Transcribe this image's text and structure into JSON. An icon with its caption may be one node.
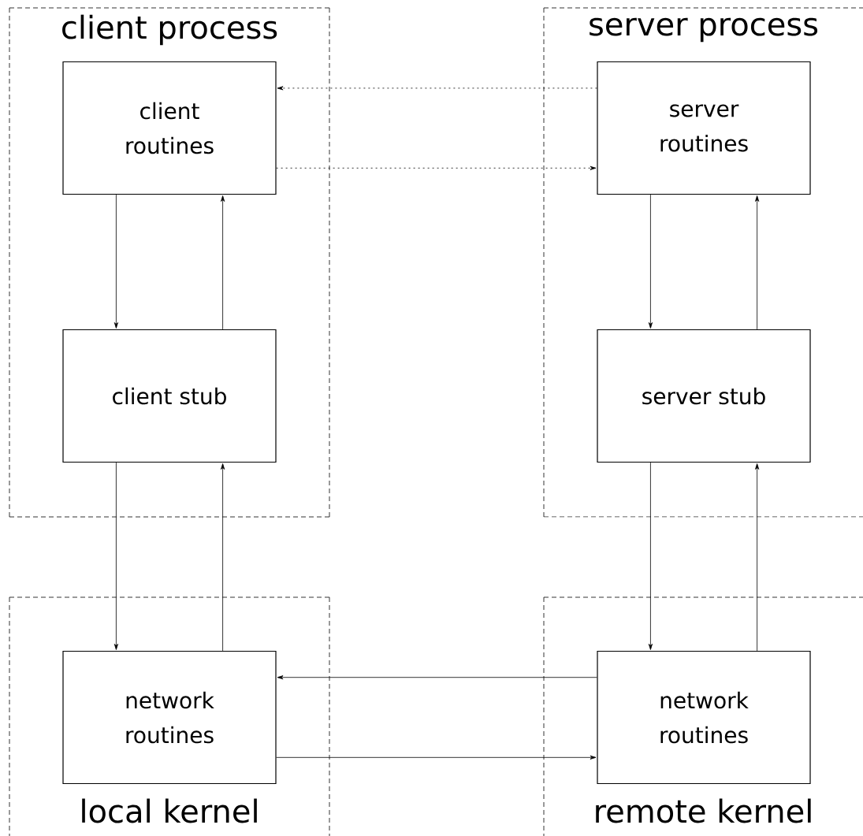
{
  "diagram": {
    "nodes": [
      {
        "text": [
          "client process"
        ]
      },
      {
        "text": [
          "client routines"
        ],
        "in": 0
      },
      {
        "text": [
          "client stub"
        ],
        "in": 0
      },
      {
        "text": [
          "server process"
        ]
      },
      {
        "text": [
          "server routines"
        ],
        "in": 3
      },
      {
        "text": [
          "server stub"
        ],
        "in": 3
      },
      {
        "text": [
          "local kernel"
        ]
      },
      {
        "text": [
          "network routines"
        ],
        "in": 6
      },
      {
        "text": [
          "remote kernel"
        ]
      },
      {
        "text": [
          "network routines"
        ],
        "in": 8
      }
    ],
    "edges": [
      {
        "from": 4,
        "to": 1,
        "arrow": "to",
        "style": "dashed"
      },
      {
        "from": 1,
        "to": 4,
        "arrow": "to",
        "style": "dashed"
      },
      {
        "from": 1,
        "to": 2,
        "arrow": "to"
      },
      {
        "from": 2,
        "to": 1,
        "arrow": "to"
      },
      {
        "from": 2,
        "to": 7,
        "arrow": "to"
      },
      {
        "from": 7,
        "to": 2,
        "arrow": "to"
      },
      {
        "from": 4,
        "to": 5,
        "arrow": "to"
      },
      {
        "from": 5,
        "to": 4,
        "arrow": "to"
      },
      {
        "from": 5,
        "to": 9,
        "arrow": "to"
      },
      {
        "from": 9,
        "to": 5,
        "arrow": "to"
      },
      {
        "from": 9,
        "to": 7,
        "arrow": "to"
      },
      {
        "from": 7,
        "to": 9,
        "arrow": "to"
      }
    ]
  }
}
